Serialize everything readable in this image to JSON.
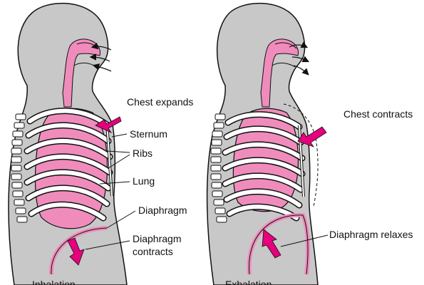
{
  "diagram": {
    "inhalation": {
      "caption": "Inhalation",
      "labels": {
        "chest": "Chest expands",
        "sternum": "Sternum",
        "ribs": "Ribs",
        "lung": "Lung",
        "diaphragm": "Diaphragm",
        "diaphragm_action_1": "Diaphragm",
        "diaphragm_action_2": "contracts"
      }
    },
    "exhalation": {
      "caption": "Exhalation",
      "labels": {
        "chest": "Chest contracts",
        "diaphragm": "Diaphragm relaxes"
      }
    }
  },
  "colors": {
    "body": "#c8c8c8",
    "lung": "#f08cbc",
    "arrow": "#e6007e",
    "rib": "#ffffff",
    "outline": "#111111"
  }
}
